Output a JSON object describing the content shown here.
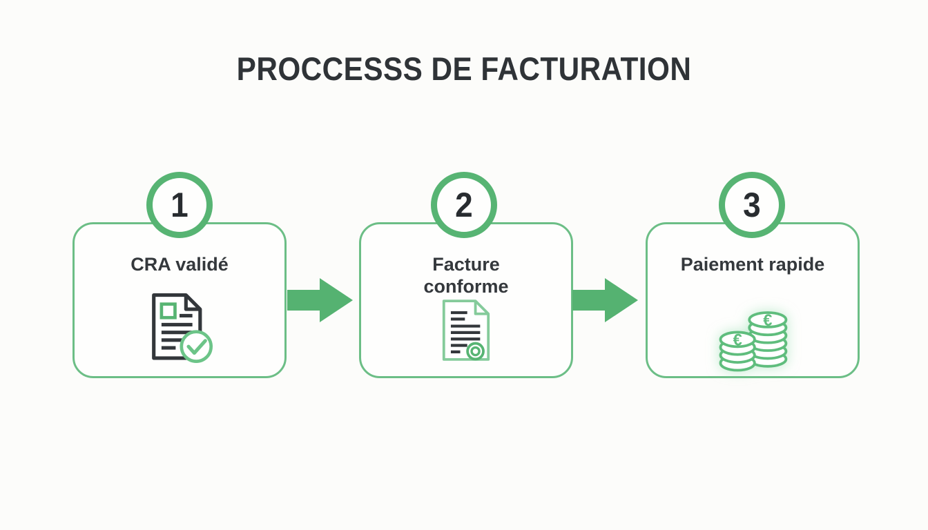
{
  "page": {
    "background": "#fcfcfa",
    "kind": "process-infographic"
  },
  "title": "PROCCESSS DE FACTURATION",
  "colors": {
    "green_strong": "#57b473",
    "green_card_border": "#6cbe86",
    "green_doc_outline": "#85cb9b",
    "dark_text": "#2f3337",
    "icon_dark": "#33373b"
  },
  "steps": [
    {
      "number": "1",
      "label": "CRA validé",
      "icon": "document-check-icon"
    },
    {
      "number": "2",
      "label": "Facture conforme",
      "icon": "document-seal-icon"
    },
    {
      "number": "3",
      "label": "Paiement rapide",
      "icon": "euro-coins-icon"
    }
  ],
  "coin_currency": "€",
  "arrows": [
    {
      "icon": "arrow-right-icon"
    },
    {
      "icon": "arrow-right-icon"
    }
  ]
}
